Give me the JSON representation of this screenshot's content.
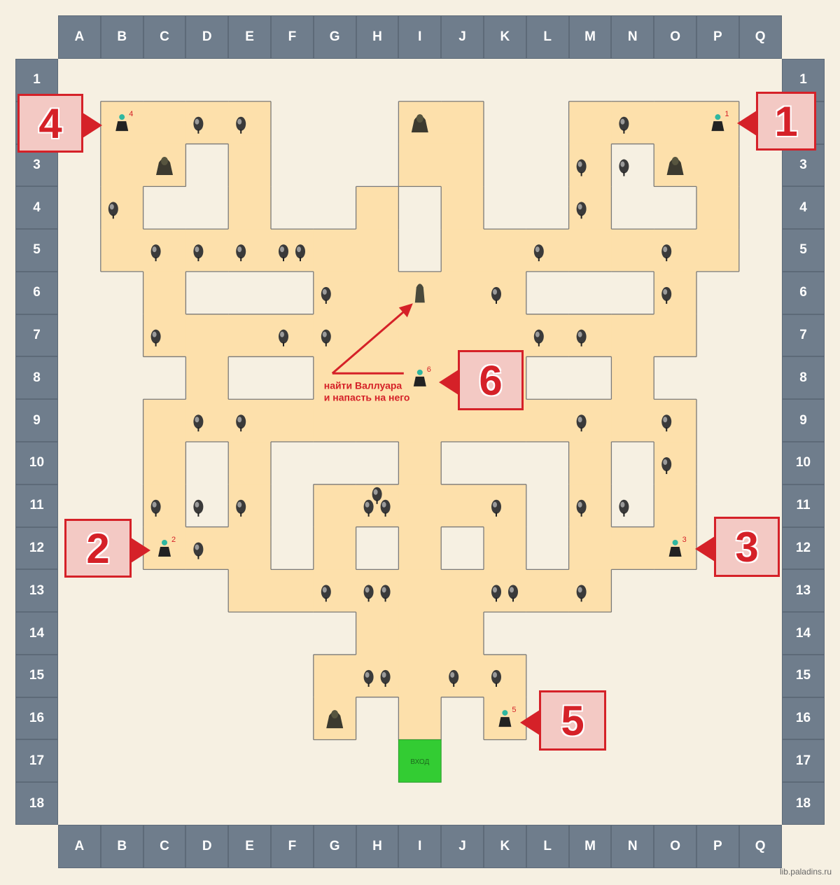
{
  "columns": [
    "A",
    "B",
    "C",
    "D",
    "E",
    "F",
    "G",
    "H",
    "I",
    "J",
    "K",
    "L",
    "M",
    "N",
    "O",
    "P",
    "Q"
  ],
  "rows": [
    "1",
    "2",
    "3",
    "4",
    "5",
    "6",
    "7",
    "8",
    "9",
    "10",
    "11",
    "12",
    "13",
    "14",
    "15",
    "16",
    "17",
    "18"
  ],
  "colors": {
    "floor": "#fde0ab",
    "background": "#f6f0e2",
    "header": "#6f7d8c",
    "callout_fill": "#f3c9c4",
    "callout_border": "#d52128",
    "entrance": "#33cc33",
    "arrow": "#d52128"
  },
  "floor_cells": [
    "B2",
    "C2",
    "D2",
    "E2",
    "I2",
    "J2",
    "M2",
    "N2",
    "O2",
    "P2",
    "B3",
    "C3",
    "E3",
    "I3",
    "J3",
    "M3",
    "O3",
    "P3",
    "B4",
    "E4",
    "H4",
    "J4",
    "M4",
    "P4",
    "B5",
    "C5",
    "D5",
    "E5",
    "F5",
    "G5",
    "H5",
    "J5",
    "K5",
    "L5",
    "M5",
    "N5",
    "O5",
    "P5",
    "C6",
    "G6",
    "H6",
    "I6",
    "J6",
    "K6",
    "O6",
    "C7",
    "D7",
    "E7",
    "F7",
    "G7",
    "H7",
    "I7",
    "J7",
    "K7",
    "L7",
    "M7",
    "N7",
    "O7",
    "D8",
    "G8",
    "H8",
    "I8",
    "J8",
    "K8",
    "N8",
    "C9",
    "D9",
    "E9",
    "F9",
    "G9",
    "H9",
    "I9",
    "J9",
    "K9",
    "L9",
    "M9",
    "N9",
    "O9",
    "C10",
    "E10",
    "I10",
    "M10",
    "O10",
    "C11",
    "E11",
    "G11",
    "H11",
    "I11",
    "J11",
    "K11",
    "M11",
    "O11",
    "C12",
    "D12",
    "E12",
    "G12",
    "I12",
    "K12",
    "M12",
    "N12",
    "O12",
    "E13",
    "F13",
    "G13",
    "H13",
    "I13",
    "J13",
    "K13",
    "L13",
    "M13",
    "H14",
    "I14",
    "J14",
    "G15",
    "H15",
    "I15",
    "J15",
    "K15",
    "G16",
    "I16",
    "K16"
  ],
  "entrance": {
    "cell": "I17",
    "label": "ВХОД"
  },
  "boss": {
    "cell": "I6",
    "label": "Валлуар"
  },
  "totems": [
    {
      "cell": "I2"
    },
    {
      "cell": "C3"
    },
    {
      "cell": "O3"
    },
    {
      "cell": "G16"
    }
  ],
  "trees": [
    "D2",
    "E2",
    "N2",
    "M3",
    "N3",
    "B4",
    "M4",
    "C5",
    "D5",
    "E5",
    "F5",
    "F5",
    "L5",
    "O5",
    "G6",
    "K6",
    "O6",
    "C7",
    "F7",
    "G7",
    "L7",
    "M7",
    "D9",
    "E9",
    "M9",
    "O9",
    "O10",
    "C11",
    "D11",
    "E11",
    "H11",
    "H11",
    "H11",
    "K11",
    "M11",
    "N11",
    "D12",
    "G13",
    "H13",
    "H13",
    "K13",
    "K13",
    "M13",
    "H15",
    "H15",
    "J15",
    "K15"
  ],
  "markers": [
    {
      "num": "1",
      "cell": "P2",
      "callout": "1"
    },
    {
      "num": "2",
      "cell": "C12",
      "callout": "2"
    },
    {
      "num": "3",
      "cell": "O12",
      "callout": "3"
    },
    {
      "num": "4",
      "cell": "B2",
      "callout": "4"
    },
    {
      "num": "5",
      "cell": "K16",
      "callout": "5"
    },
    {
      "num": "6",
      "cell": "I8",
      "callout": "6"
    }
  ],
  "note": {
    "line1": "найти Валлуара",
    "line2": "и напасть на него"
  },
  "watermark": "lib.paladins.ru"
}
